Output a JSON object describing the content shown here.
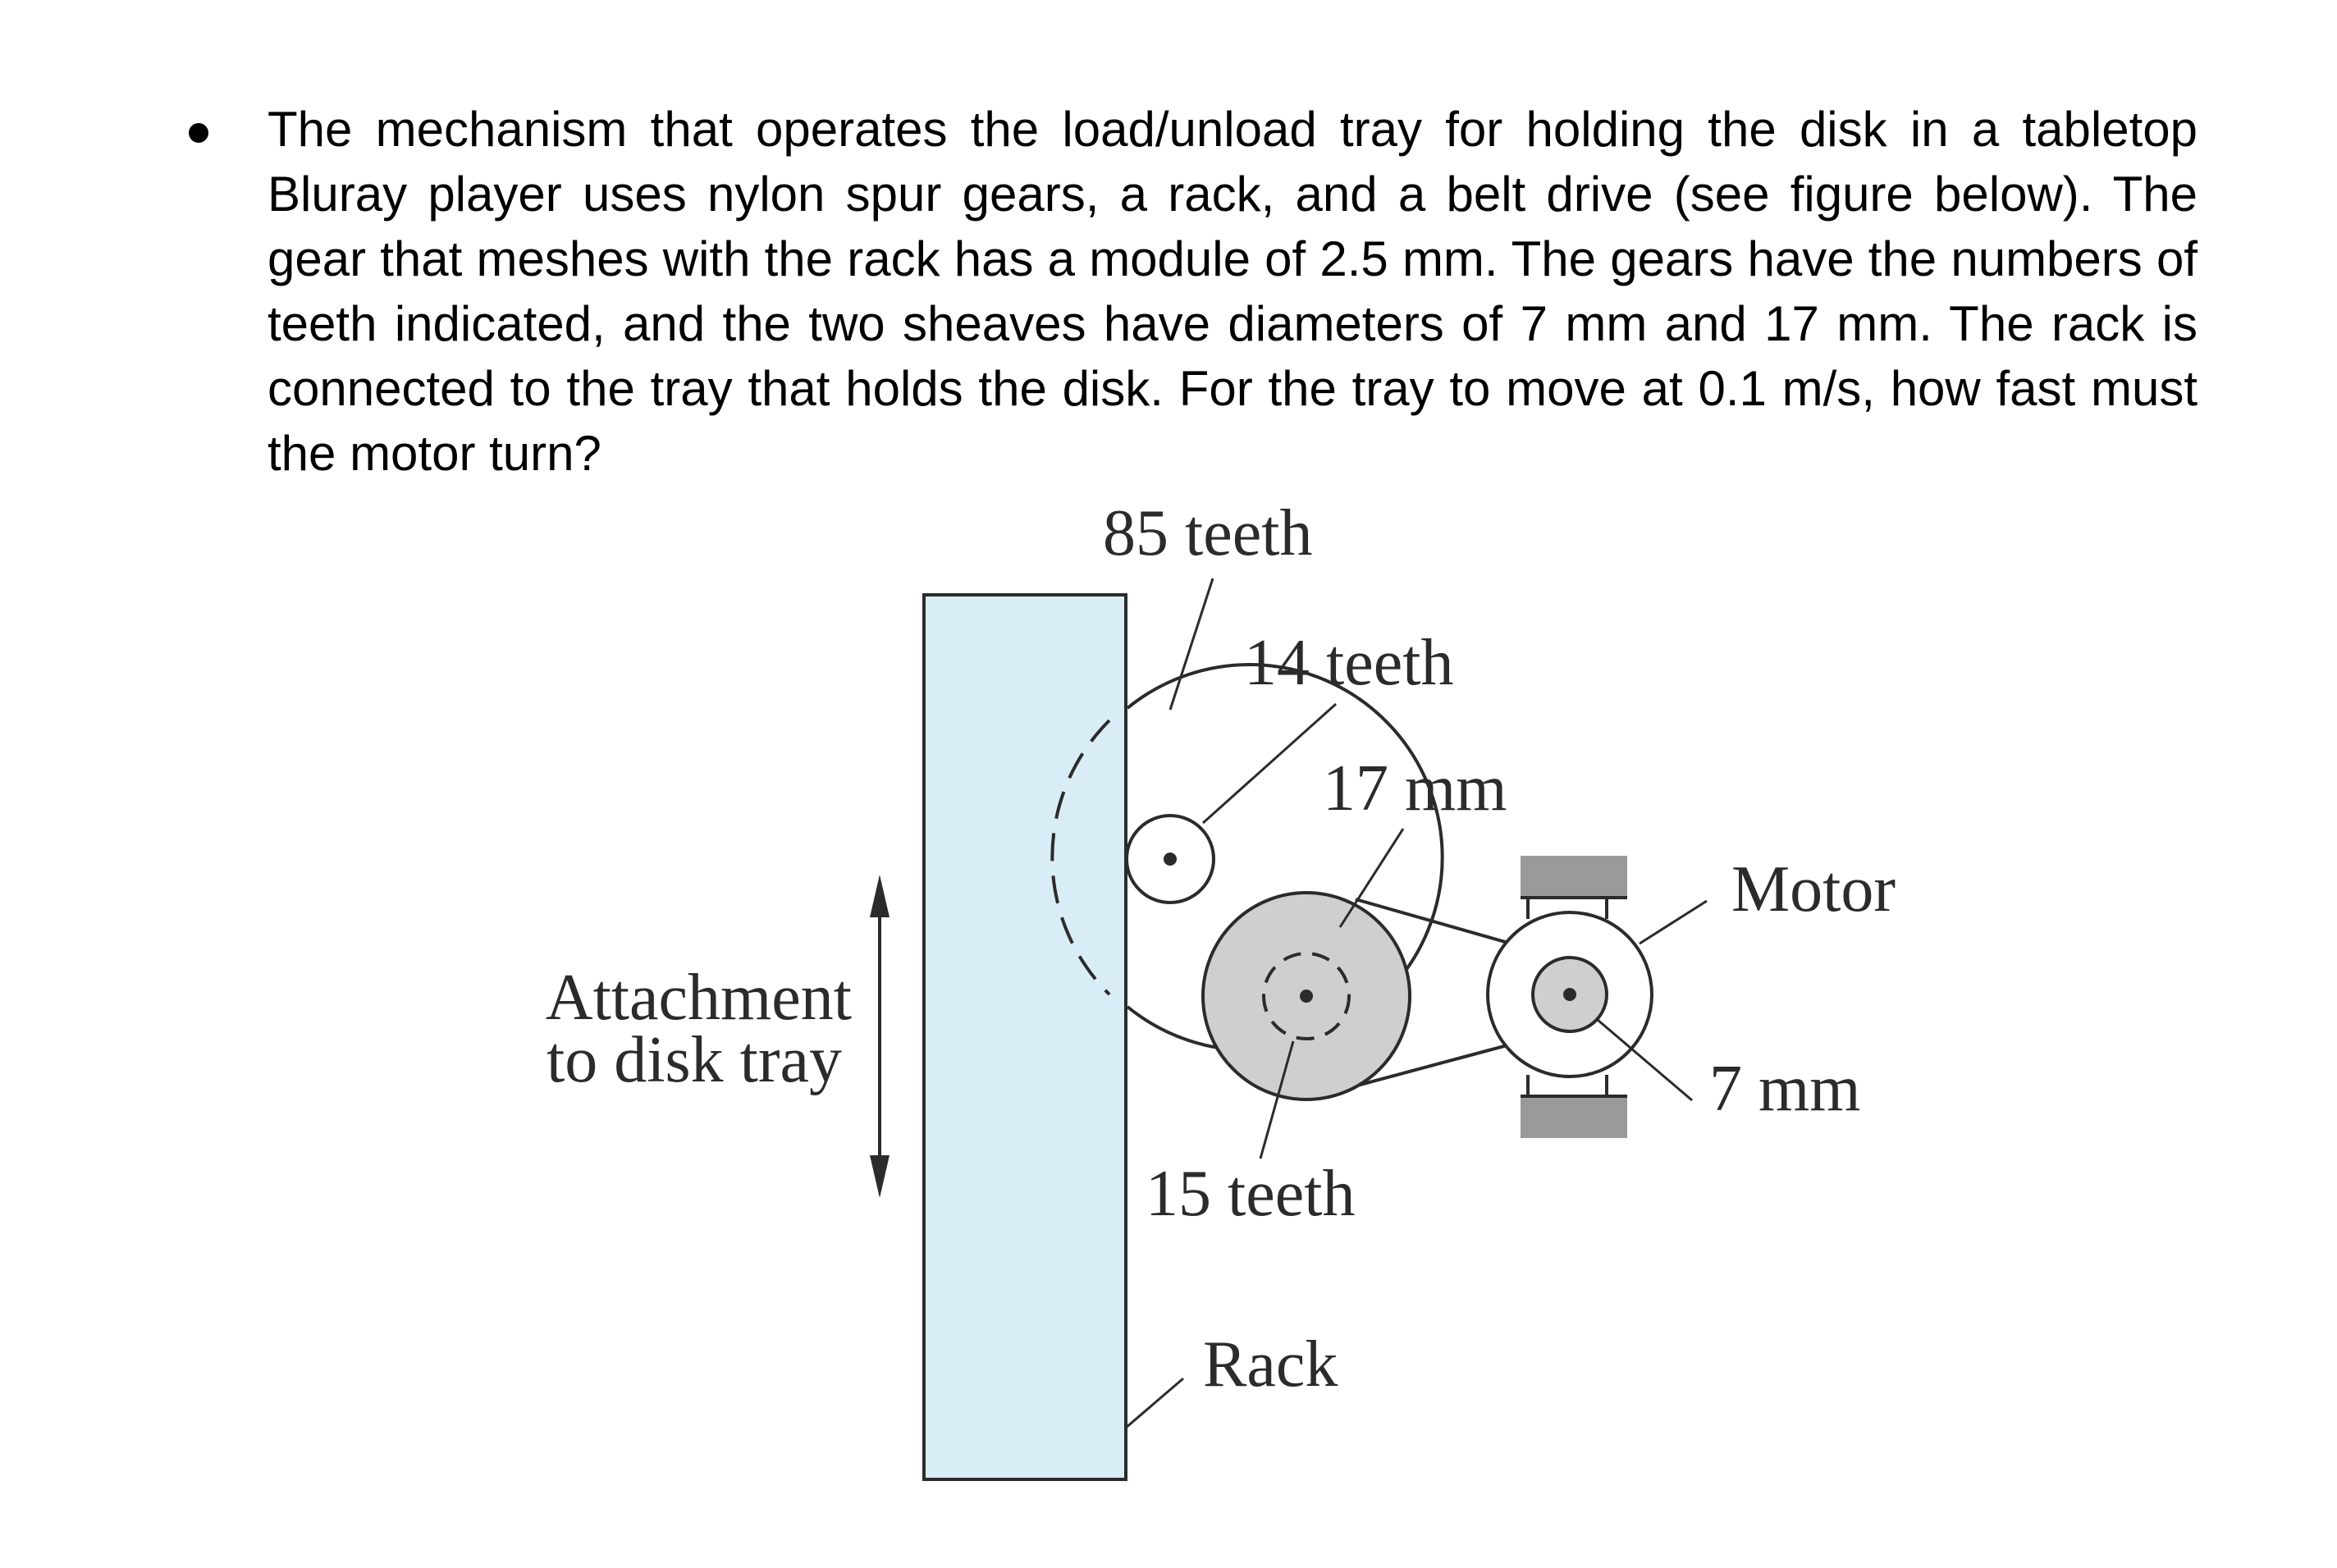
{
  "problem": {
    "text": "The mechanism that operates the load/unload tray for holding the disk in a tabletop Bluray player uses nylon spur gears, a rack, and a belt drive (see figure below). The gear that meshes with the rack has a module of 2.5 mm. The gears have the numbers of teeth indicated, and the two sheaves have diameters of 7 mm and 17 mm. The rack is connected to the tray that holds the disk. For the tray to move at 0.1 m/s, how fast must the motor turn?"
  },
  "figure": {
    "labels": {
      "gear_85": "85 teeth",
      "gear_14": "14 teeth",
      "sheave_17": "17 mm",
      "motor": "Motor",
      "sheave_7": "7 mm",
      "gear_15": "15 teeth",
      "rack": "Rack",
      "attachment_line1": "Attachment",
      "attachment_line2": "to disk tray"
    },
    "colors": {
      "rack_fill": "#d9edf7",
      "sheave_fill": "#cfcfcf",
      "motor_mount": "#9a9a9a",
      "stroke": "#2b2b2b"
    }
  }
}
